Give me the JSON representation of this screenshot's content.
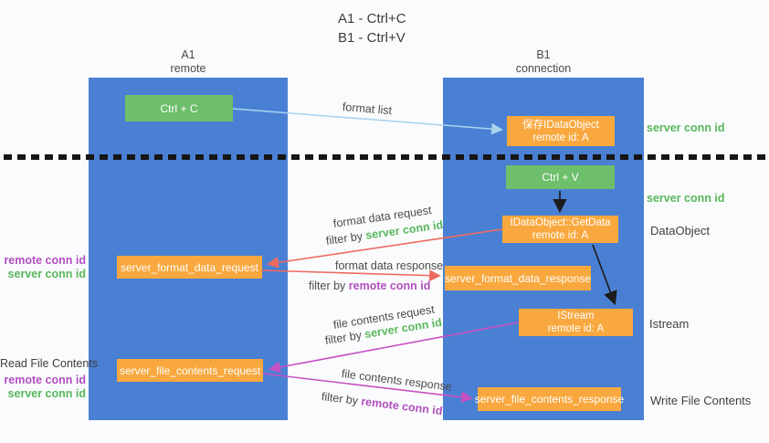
{
  "title": {
    "line1": "A1 - Ctrl+C",
    "line2": "B1 - Ctrl+V"
  },
  "lifelines": {
    "a1": {
      "id": "A1",
      "role": "remote"
    },
    "b1": {
      "id": "B1",
      "role": "connection"
    }
  },
  "nodes": {
    "ctrl_c": {
      "label": "Ctrl + C"
    },
    "ctrl_v": {
      "label": "Ctrl + V"
    },
    "save_idataobject": {
      "line1": "保存IDataObject",
      "line2": "remote id: A"
    },
    "getdata": {
      "line1": "IDataObject::GetData",
      "line2": "remote id: A"
    },
    "istream": {
      "line1": "IStream",
      "line2": "remote id: A"
    },
    "format_request": {
      "label": "server_format_data_request"
    },
    "format_response": {
      "label": "server_format_data_response"
    },
    "file_request": {
      "label": "server_file_contents_request"
    },
    "file_response": {
      "label": "server_file_contents_response"
    }
  },
  "arrows": {
    "format_list": {
      "label": "format list"
    },
    "format_data_request": {
      "label": "format data request",
      "filter_prefix": "filter by",
      "filter_key": "server conn id"
    },
    "format_data_response": {
      "label": "format data response",
      "filter_prefix": "filter by",
      "filter_key": "remote conn id"
    },
    "file_contents_request": {
      "label": "file contents request",
      "filter_prefix": "filter by",
      "filter_key": "server conn id"
    },
    "file_contents_response": {
      "label": "file contents response",
      "filter_prefix": "filter by",
      "filter_key": "remote conn id"
    }
  },
  "side_labels": {
    "server_conn_id_top": "server conn id",
    "server_conn_id_mid": "server conn id",
    "dataobject": "DataObject",
    "istream": "Istream",
    "write_file_contents": "Write File Contents",
    "read_file_contents": "Read File Contents",
    "left_group1": {
      "remote": "remote conn id",
      "server": "server conn id"
    },
    "left_group2": {
      "remote": "remote conn id",
      "server": "server conn id"
    }
  },
  "colors": {
    "column_blue": "#4a80d4",
    "box_green": "#6dbf6b",
    "box_orange": "#f8a83e",
    "label_green": "#58b75c",
    "label_purple": "#b14fc0",
    "arrow_red": "#ee6a5f",
    "arrow_magenta": "#c750c2",
    "arrow_lightblue": "#a8d4ee",
    "arrow_black": "#1c1c1c"
  }
}
